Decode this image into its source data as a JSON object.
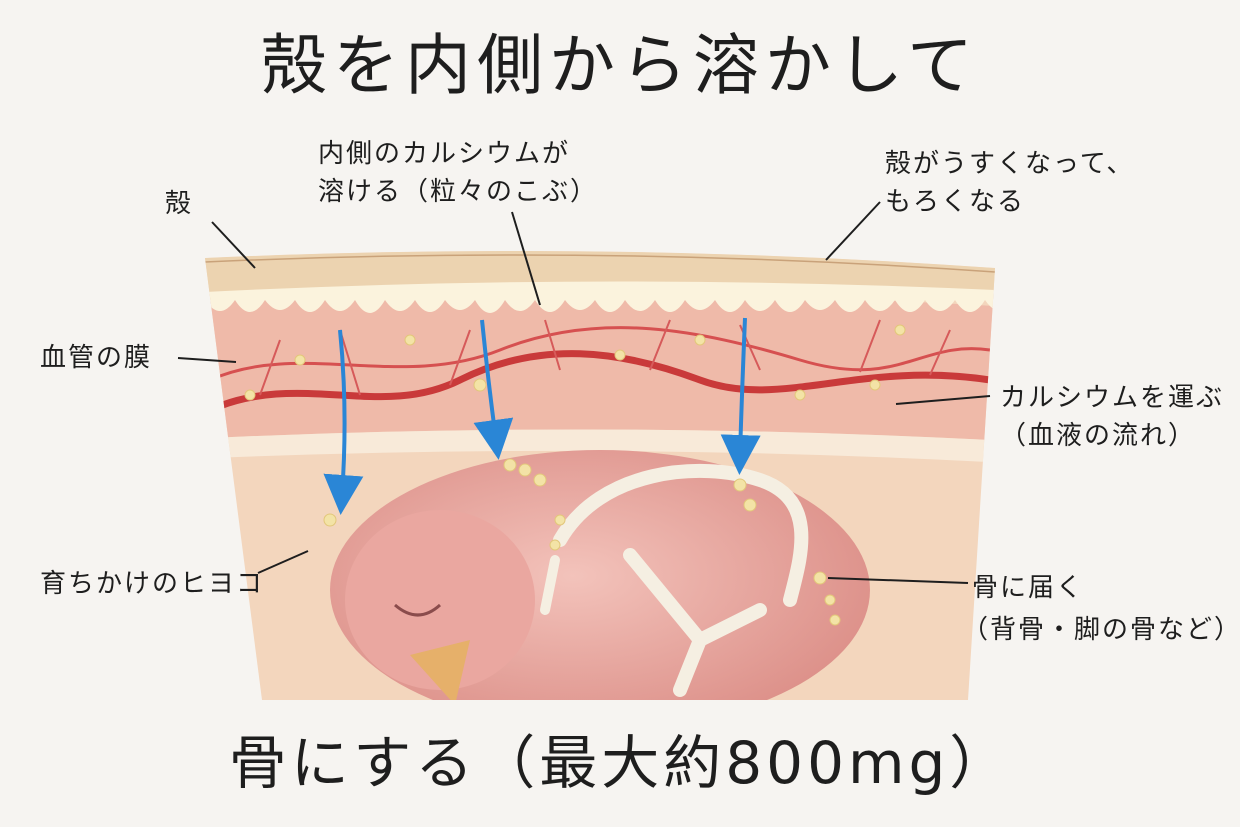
{
  "title": "殻を内側から溶かして",
  "footer": "骨にする（最大約800mg）",
  "labels": {
    "shell": "殻",
    "calcium_dissolve_1": "内側のカルシウムが",
    "calcium_dissolve_2": "溶ける（粒々のこぶ）",
    "shell_thin_1": "殻がうすくなって、",
    "shell_thin_2": "もろくなる",
    "membrane": "血管の膜",
    "carry_1": "カルシウムを運ぶ",
    "carry_2": "（血液の流れ）",
    "chick": "育ちかけのヒヨコ",
    "reach_bone_1": "骨に届く",
    "reach_bone_2": "（背骨・脚の骨など）"
  },
  "colors": {
    "shell": "#ecd3b0",
    "membrane": "#efb9a8",
    "vessel": "#c93a3a",
    "albumen": "#f3d6bd",
    "chick": "#eaa7a0",
    "bone": "#f5efe2",
    "arrow": "#2a86d6",
    "calcium": "#f3e3a6"
  }
}
